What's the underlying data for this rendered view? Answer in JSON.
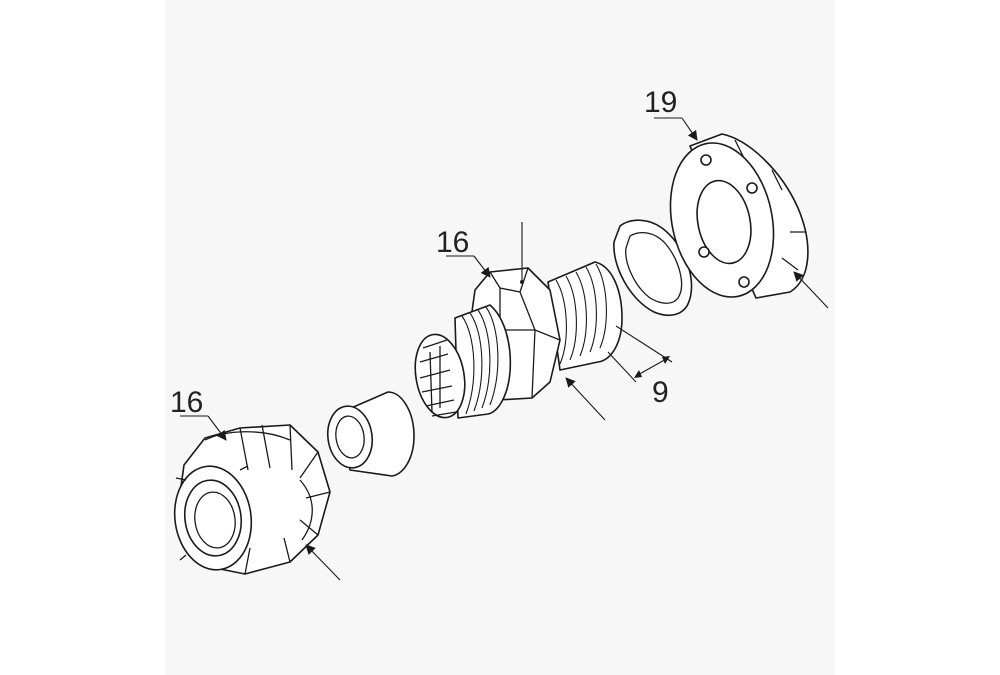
{
  "diagram": {
    "callouts": [
      {
        "id": "nut",
        "text": "16"
      },
      {
        "id": "body",
        "text": "16"
      },
      {
        "id": "thread",
        "text": "9"
      },
      {
        "id": "locknut",
        "text": "19"
      }
    ],
    "colors": {
      "line": "#1a1a1a",
      "panel": "#f7f7f7",
      "background": "#ffffff"
    }
  }
}
